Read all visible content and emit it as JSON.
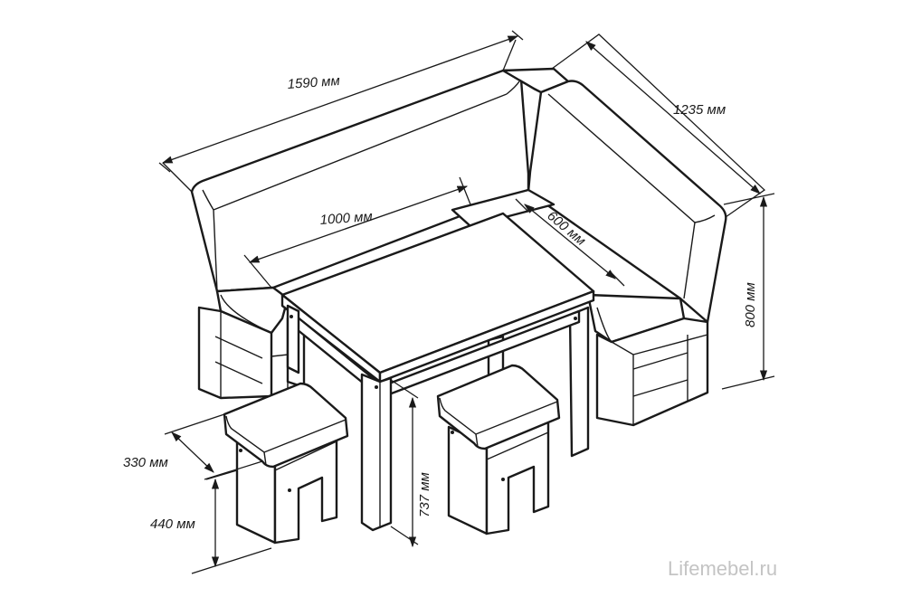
{
  "dimensions": {
    "sofa_length": "1590 мм",
    "sofa_depth": "1235 мм",
    "table_length": "1000 мм",
    "table_width": "600 мм",
    "sofa_height": "800 мм",
    "table_height": "737 мм",
    "stool_width": "330 мм",
    "stool_height": "440 мм"
  },
  "watermark": "Lifemebel.ru"
}
